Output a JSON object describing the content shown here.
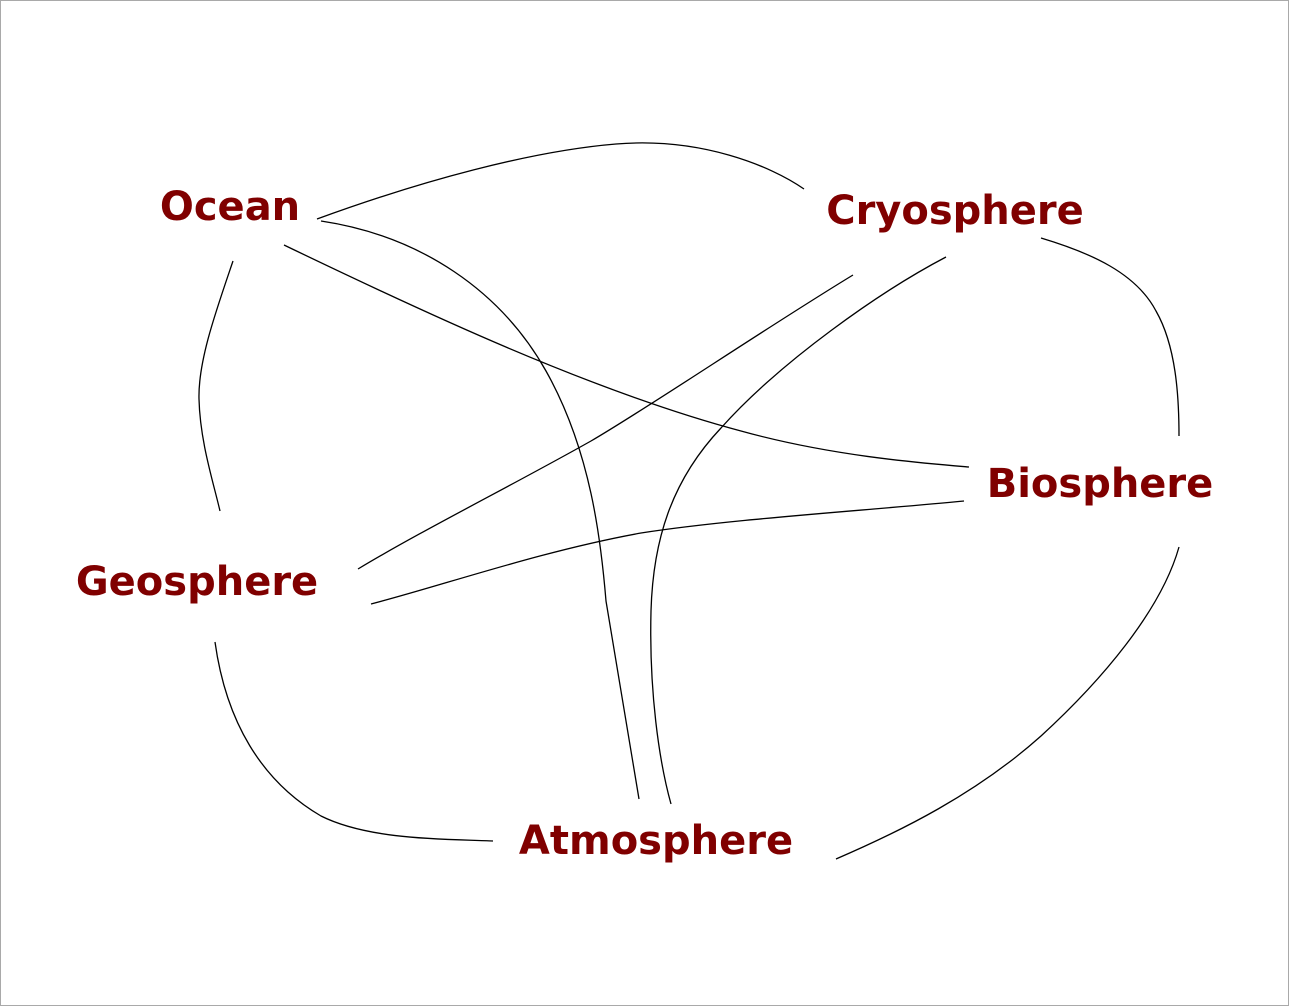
{
  "diagram": {
    "label_color": "#800000",
    "line_color": "#000000",
    "nodes": [
      {
        "id": "ocean",
        "label": "Ocean"
      },
      {
        "id": "cryosphere",
        "label": "Cryosphere"
      },
      {
        "id": "biosphere",
        "label": "Biosphere"
      },
      {
        "id": "geosphere",
        "label": "Geosphere"
      },
      {
        "id": "atmosphere",
        "label": "Atmosphere"
      }
    ],
    "edges": [
      {
        "from": "ocean",
        "to": "cryosphere"
      },
      {
        "from": "ocean",
        "to": "geosphere"
      },
      {
        "from": "ocean",
        "to": "biosphere"
      },
      {
        "from": "ocean",
        "to": "atmosphere"
      },
      {
        "from": "cryosphere",
        "to": "biosphere"
      },
      {
        "from": "cryosphere",
        "to": "geosphere"
      },
      {
        "from": "cryosphere",
        "to": "atmosphere"
      },
      {
        "from": "biosphere",
        "to": "geosphere"
      },
      {
        "from": "biosphere",
        "to": "atmosphere"
      },
      {
        "from": "geosphere",
        "to": "atmosphere"
      }
    ]
  }
}
